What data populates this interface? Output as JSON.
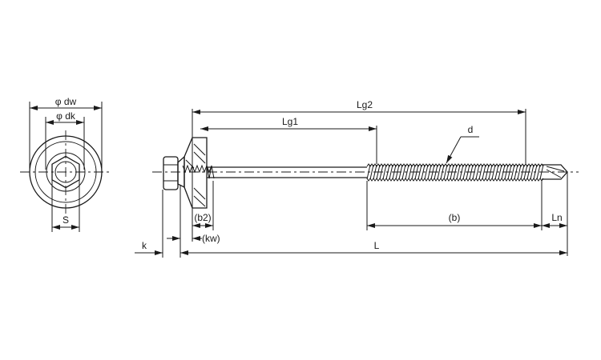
{
  "title": "Hex washer head drill screw with bonded washer - dimension drawing",
  "labels": {
    "dw": "φ dw",
    "dk": "φ dk",
    "s": "S",
    "lg2": "Lg2",
    "lg1": "Lg1",
    "d": "d",
    "b": "(b)",
    "ln": "Ln",
    "l": "L",
    "k": "k",
    "kw": "(kw)",
    "b2": "(b2)"
  },
  "colors": {
    "line": "#1a1a1a",
    "background": "#ffffff"
  }
}
